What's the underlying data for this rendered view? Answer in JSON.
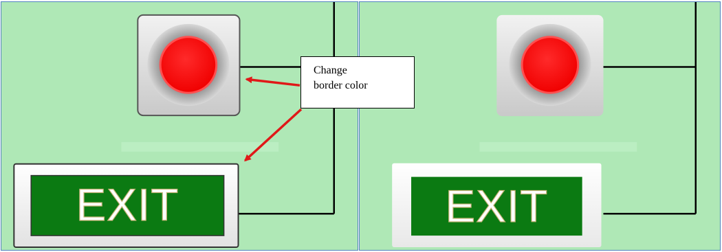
{
  "callout": {
    "line1": "Change",
    "line2": "border color"
  },
  "left_panel": {
    "exit_label": "EXIT",
    "stop_indicator_icon": "red-round-indicator-icon"
  },
  "right_panel": {
    "exit_label": "EXIT",
    "stop_indicator_icon": "red-round-indicator-icon"
  },
  "colors": {
    "panel_background": "#afe8b6",
    "panel_border": "#4f81bd",
    "indicator_red": "#ff0000",
    "exit_green": "#0b7a12",
    "arrow_red": "#e01818",
    "wire": "#000000"
  }
}
